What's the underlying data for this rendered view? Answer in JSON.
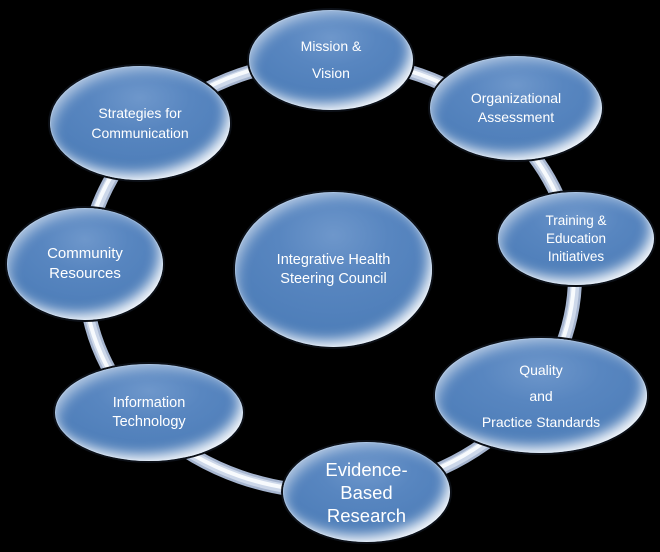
{
  "diagram": {
    "type": "cycle",
    "center_node": {
      "id": "integrative-health-steering-council",
      "lines": [
        "Integrative Health",
        "Steering Council"
      ]
    },
    "nodes": [
      {
        "id": "mission-vision",
        "lines": [
          "Mission &",
          "Vision"
        ]
      },
      {
        "id": "organizational-assessment",
        "lines": [
          "Organizational",
          "Assessment"
        ]
      },
      {
        "id": "training-education-initiatives",
        "lines": [
          "Training &",
          "Education",
          "Initiatives"
        ]
      },
      {
        "id": "quality-practice-standards",
        "lines": [
          "Quality",
          "and",
          "Practice Standards"
        ]
      },
      {
        "id": "evidence-based-research",
        "lines": [
          "Evidence-",
          "Based",
          "Research"
        ]
      },
      {
        "id": "information-technology",
        "lines": [
          "Information",
          "Technology"
        ]
      },
      {
        "id": "community-resources",
        "lines": [
          "Community",
          "Resources"
        ]
      },
      {
        "id": "strategies-for-communication",
        "lines": [
          "Strategies for",
          "Communication"
        ]
      }
    ],
    "colors": {
      "background": "#000000",
      "node_fill": "#4E80BC",
      "node_fill_light": "#6E97CB",
      "node_outline": "#0C1017",
      "node_text": "#FFFFFF",
      "ring_outer": "#A7B6D0",
      "ring_mid": "#CDD8EA",
      "ring_highlight": "#F7FAFD"
    }
  }
}
